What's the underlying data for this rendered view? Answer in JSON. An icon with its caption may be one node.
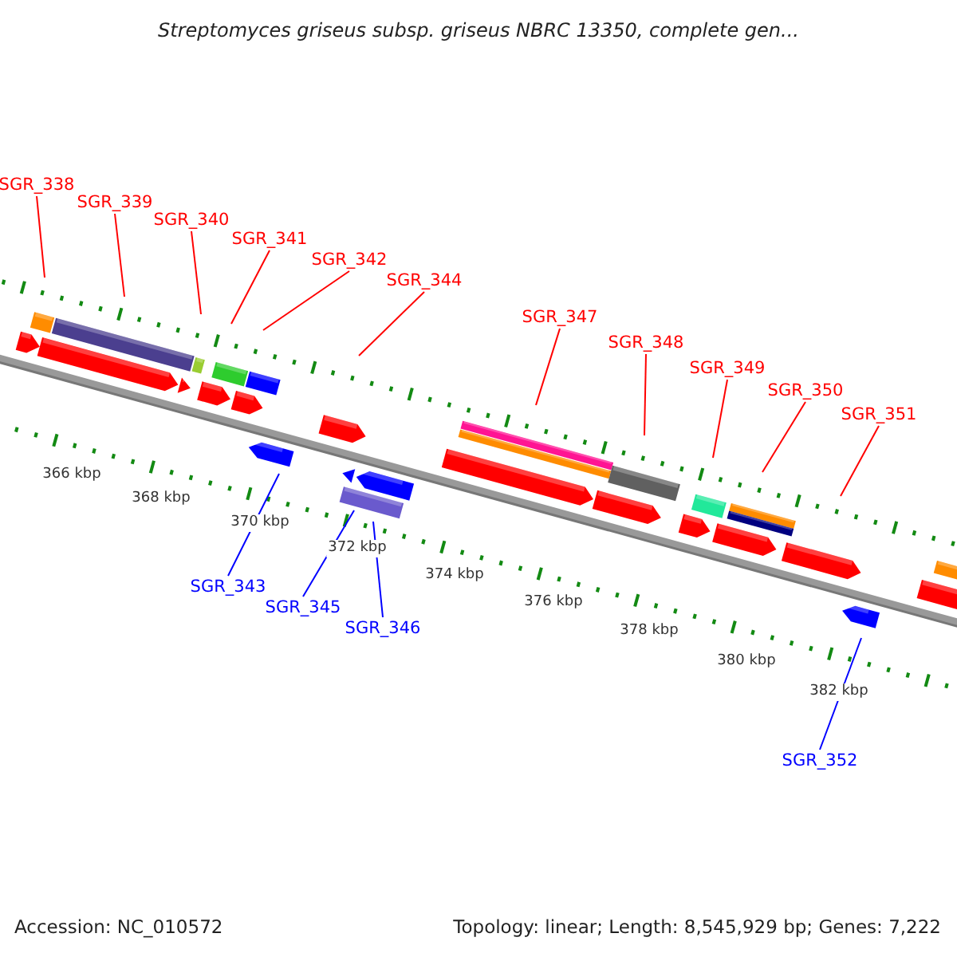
{
  "diagram": {
    "title": "Streptomyces griseus subsp. griseus NBRC 13350, complete gen...",
    "nodes": [
      {
        "text": [
          "SGR_338"
        ]
      },
      {
        "text": [
          "SGR_339"
        ]
      },
      {
        "text": [
          "SGR_340"
        ]
      },
      {
        "text": [
          "SGR_341"
        ]
      },
      {
        "text": [
          "SGR_342"
        ]
      },
      {
        "text": [
          "SGR_344"
        ]
      },
      {
        "text": [
          "SGR_347"
        ]
      },
      {
        "text": [
          "SGR_348"
        ]
      },
      {
        "text": [
          "SGR_349"
        ]
      },
      {
        "text": [
          "SGR_350"
        ]
      },
      {
        "text": [
          "SGR_351"
        ]
      },
      {
        "text": [
          "SGR_343"
        ]
      },
      {
        "text": [
          "SGR_345"
        ]
      },
      {
        "text": [
          "SGR_346"
        ]
      },
      {
        "text": [
          "SGR_352"
        ]
      }
    ],
    "edges": [
      {
        "from": 0,
        "to": null,
        "arrow": "none"
      },
      {
        "from": 1,
        "to": null,
        "arrow": "none"
      },
      {
        "from": 2,
        "to": null,
        "arrow": "none"
      },
      {
        "from": 3,
        "to": null,
        "arrow": "none"
      },
      {
        "from": 4,
        "to": null,
        "arrow": "none"
      },
      {
        "from": 5,
        "to": null,
        "arrow": "none"
      },
      {
        "from": 6,
        "to": null,
        "arrow": "none"
      },
      {
        "from": 7,
        "to": null,
        "arrow": "none"
      },
      {
        "from": 8,
        "to": null,
        "arrow": "none"
      },
      {
        "from": 9,
        "to": null,
        "arrow": "none"
      },
      {
        "from": 10,
        "to": null,
        "arrow": "none"
      },
      {
        "from": 11,
        "to": null,
        "arrow": "none",
        "color": "#0000ff"
      },
      {
        "from": 12,
        "to": null,
        "arrow": "none",
        "color": "#0000ff"
      },
      {
        "from": 13,
        "to": null,
        "arrow": "none",
        "color": "#0000ff"
      },
      {
        "from": 14,
        "to": null,
        "arrow": "none",
        "color": "#0000ff"
      }
    ],
    "labels": [
      "366 kbp",
      "368 kbp",
      "370 kbp",
      "372 kbp",
      "374 kbp",
      "376 kbp",
      "378 kbp",
      "380 kbp",
      "382 kbp",
      "Accession: NC_010572",
      "Topology: linear; Length: 8,545,929 bp; Genes: 7,222"
    ]
  }
}
